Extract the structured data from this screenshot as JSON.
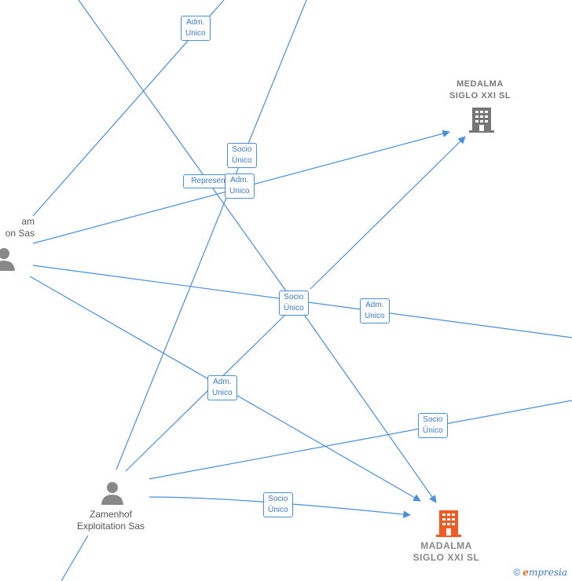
{
  "nodes": {
    "medalma": {
      "line1": "MEDALMA",
      "line2": "SIGLO XXI  SL"
    },
    "madalma": {
      "line1": "MADALMA",
      "line2": "SIGLO XXI  SL"
    },
    "zamenhof": {
      "line1": "Zamenhof",
      "line2": "Exploitation Sas"
    },
    "left_person": {
      "line1": "am",
      "line2": "on Sas"
    }
  },
  "edge_labels": {
    "adm_unico_top": "Adm.\nUnico",
    "socio_unico_center_top": "Socio\nÚnico",
    "represen": "Represen",
    "adm_unico_center_top": "Adm.\nUnico",
    "socio_unico_center": "Socio\nÚnico",
    "adm_unico_right": "Adm.\nUnico",
    "adm_unico_lower": "Adm.\nUnico",
    "socio_unico_lower_right": "Socio\nÚnico",
    "socio_unico_bottom": "Socio\nÚnico"
  },
  "colors": {
    "edge": "#4a8fd9",
    "company_icon": "#777777",
    "main_company_icon": "#f05a23",
    "person_icon": "#888888"
  },
  "footer": {
    "copyright": "©",
    "brand_e": "e",
    "brand_rest": "mpresia"
  }
}
